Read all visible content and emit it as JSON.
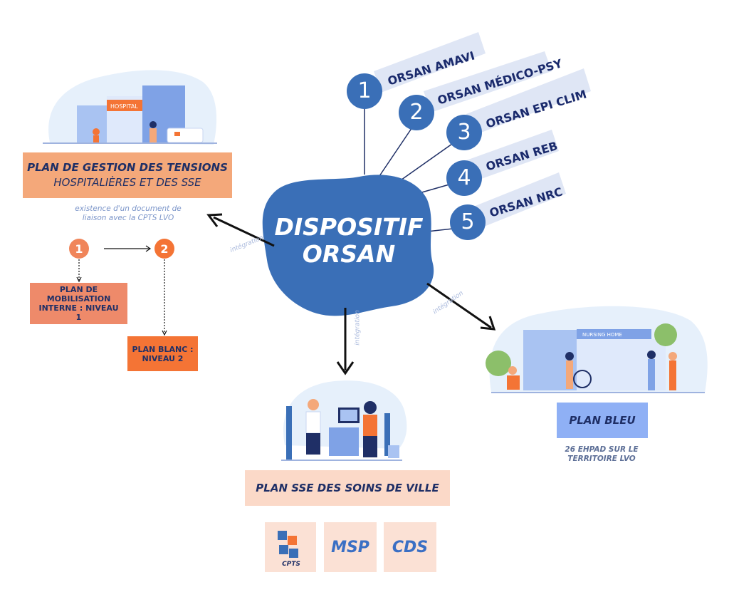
{
  "central": {
    "line1": "DISPOSITIF",
    "line2": "ORSAN"
  },
  "orsan_items": [
    {
      "num": "1",
      "label": "ORSAN AMAVI"
    },
    {
      "num": "2",
      "label": "ORSAN MÉDICO-PSY"
    },
    {
      "num": "3",
      "label": "ORSAN EPI CLIM"
    },
    {
      "num": "4",
      "label": "ORSAN REB"
    },
    {
      "num": "5",
      "label": "ORSAN NRC"
    }
  ],
  "hospital": {
    "sign": "HOSPITAL",
    "title_bold": "PLAN DE GESTION DES TENSIONS",
    "title_rest": "HOSPITALIÈRES ET DES SSE",
    "note": "existence d'un document de liaison avec la CPTS LVO",
    "steps": [
      {
        "num": "1",
        "label": "PLAN DE MOBILISATION INTERNE : NIVEAU 1"
      },
      {
        "num": "2",
        "label": "PLAN BLANC : NIVEAU 2"
      }
    ]
  },
  "ville": {
    "title": "PLAN SSE DES SOINS DE VILLE",
    "tiles": [
      "CPTS",
      "MSP",
      "CDS"
    ]
  },
  "bleu": {
    "sign": "NURSING HOME",
    "title": "PLAN BLEU",
    "note": "26 EHPAD SUR LE TERRITOIRE LVO"
  },
  "integration_labels": [
    "intégration",
    "intégration",
    "intégration"
  ],
  "colors": {
    "blob": "#3a6fb7",
    "orange_light": "#f4a87a",
    "orange_dark": "#f47435",
    "blue_box": "#8fb0f5",
    "navy": "#1f2f66"
  }
}
